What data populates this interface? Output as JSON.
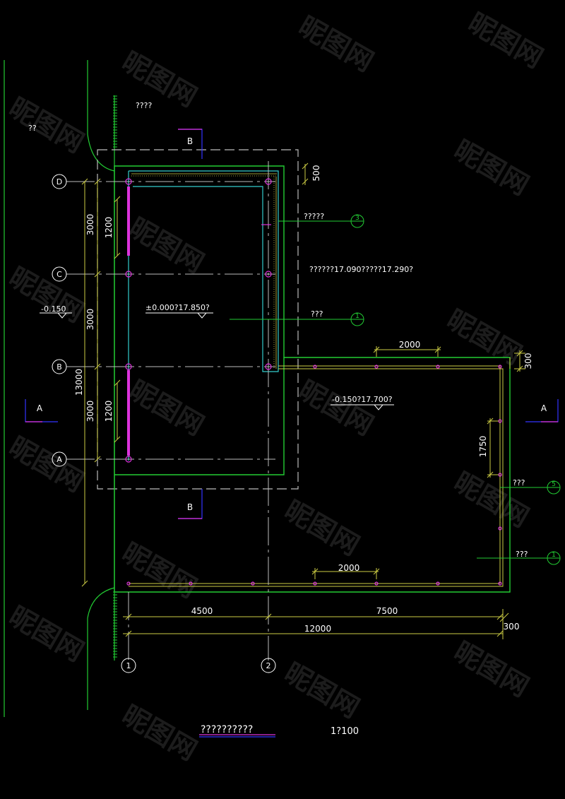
{
  "colors": {
    "background": "#000000",
    "wall": "#22cc33",
    "dim": "#cccc44",
    "text": "#ffffff",
    "dash": "#bbbbbb",
    "column": "#dd33dd",
    "cyan": "#33cccc",
    "section_blue": "#3333ff",
    "watermark": "#1a1a1a"
  },
  "labels": {
    "top_note": "????",
    "left_note": "??",
    "wall_note": "?????",
    "roof_elev": "??????17.090?????17.290?",
    "floor_elev": "±0.000?17.850?",
    "left_elev": "-0.150",
    "mid_note": "???",
    "lower_elev": "-0.150?17.700?",
    "right_note_1": "???",
    "right_note_2": "???",
    "title": "??????????",
    "scale": "1?100",
    "watermark": "昵图网"
  },
  "axes": {
    "rows": [
      "D",
      "C",
      "B",
      "A"
    ],
    "cols": [
      "1",
      "2"
    ],
    "right_bubbles": [
      "3",
      "1",
      "5",
      "1"
    ]
  },
  "sections": {
    "bb_top": "B",
    "bb_bottom": "B",
    "aa_left": "A",
    "aa_right": "A"
  },
  "dims": {
    "left_bay_1": "3000",
    "left_bay_2": "3000",
    "left_bay_3": "3000",
    "left_total": "13000",
    "window_1": "1200",
    "window_2": "1200",
    "top_offset": "500",
    "right_offset": "300",
    "top_span": "2000",
    "right_span": "1750",
    "bottom_span": "2000",
    "bottom_1": "4500",
    "bottom_2": "7500",
    "bottom_total": "12000",
    "bottom_offset": "300"
  }
}
